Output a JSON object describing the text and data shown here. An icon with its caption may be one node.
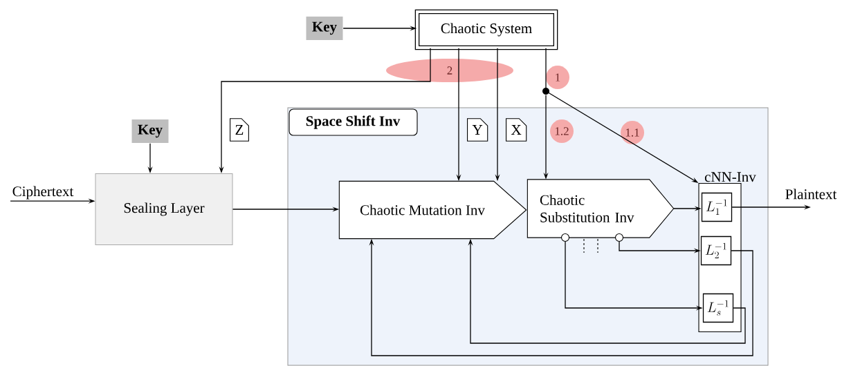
{
  "diagram": {
    "nodes": [
      {
        "text": [
          "Key"
        ]
      },
      {
        "text": [
          "Chaotic System"
        ]
      },
      {
        "text": [
          "Key"
        ]
      },
      {
        "text": [
          "Ciphertext"
        ]
      },
      {
        "text": [
          "Sealing Layer"
        ]
      },
      {
        "text": [
          "Space Shift Inv"
        ]
      },
      {
        "text": [
          "Chaotic Mutation Inv"
        ],
        "in": 5
      },
      {
        "text": [
          "Chaotic Substitution Inv"
        ],
        "in": 5
      },
      {
        "text": [],
        "shape": "circle",
        "in": 5
      },
      {
        "text": [],
        "shape": "circle",
        "in": 5
      },
      {
        "text": [
          "cNN-Inv"
        ],
        "in": 5
      },
      {
        "text": [
          "L_1^{-1}"
        ],
        "in": 10
      },
      {
        "text": [
          "L_2^{-1}"
        ],
        "in": 10
      },
      {
        "text": [
          "L_s^{-1}"
        ],
        "in": 10
      },
      {
        "text": [],
        "shape": "circle"
      },
      {
        "text": [
          "Plaintext"
        ]
      }
    ],
    "edges": [
      {
        "from": 0,
        "to": 1,
        "arrow": "to"
      },
      {
        "from": 1,
        "to": 4,
        "arrow": "to",
        "label": "Z"
      },
      {
        "from": 1,
        "to": 6,
        "arrow": "to",
        "label": "Y"
      },
      {
        "from": 1,
        "to": 6,
        "arrow": "to",
        "label": "X"
      },
      {
        "from": 1,
        "to": 14,
        "arrow": "none"
      },
      {
        "from": 14,
        "to": 7,
        "arrow": "to"
      },
      {
        "from": 14,
        "to": 10,
        "arrow": "to"
      },
      {
        "from": 2,
        "to": 4,
        "arrow": "to"
      },
      {
        "from": 3,
        "to": 4,
        "arrow": "to"
      },
      {
        "from": 4,
        "to": 6,
        "arrow": "to"
      },
      {
        "from": 7,
        "to": 11,
        "arrow": "to"
      },
      {
        "from": 8,
        "to": 13,
        "arrow": "to"
      },
      {
        "from": 9,
        "to": 12,
        "arrow": "to"
      },
      {
        "from": 12,
        "to": 6,
        "arrow": "to"
      },
      {
        "from": 13,
        "to": 6,
        "arrow": "to"
      },
      {
        "from": 11,
        "to": 15,
        "arrow": "to"
      }
    ],
    "labels": [
      "2",
      "1",
      "1.2",
      "1.1"
    ]
  }
}
